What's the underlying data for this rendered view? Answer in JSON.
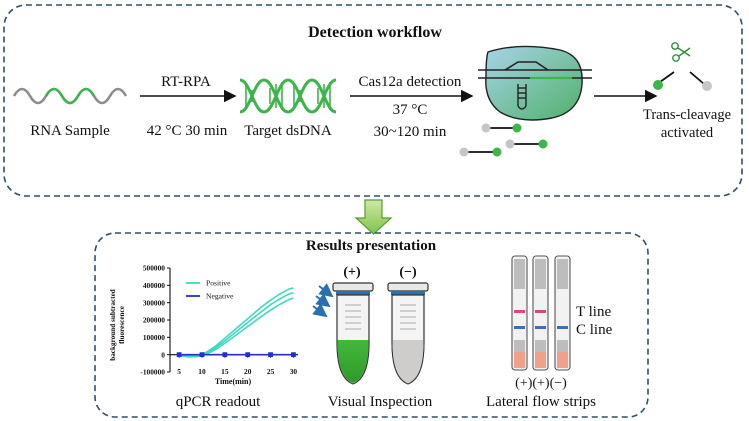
{
  "workflow": {
    "title": "Detection workflow",
    "rna_label": "RNA Sample",
    "rtrpa_label": "RT-RPA",
    "rtrpa_cond": "42 °C 30 min",
    "dsdna_label": "Target dsDNA",
    "cas_label": "Cas12a detection",
    "cas_temp": "37 °C",
    "cas_time": "30~120 min",
    "trans_line1": "Trans-cleavage",
    "trans_line2": "activated"
  },
  "results": {
    "title": "Results presentation",
    "qpcr_label": "qPCR readout",
    "visual_label": "Visual Inspection",
    "visual_pos": "(+)",
    "visual_neg": "(−)",
    "lfs_label": "Lateral flow strips",
    "t_line": "T line",
    "c_line": "C line",
    "strip_marks": "(+)(+)(−)"
  },
  "colors": {
    "green": "#3cb54a",
    "dash_border": "#2f4f6f",
    "t_line": "#e0457b",
    "c_line": "#3b6fc4",
    "positive": "#3fd9c0",
    "negative": "#1f2fd0"
  },
  "chart_data": {
    "type": "line",
    "xlabel": "Time(min)",
    "ylabel": "background subtracted fluorescence",
    "xticks": [
      5,
      10,
      15,
      20,
      25,
      30
    ],
    "yticks": [
      "500000",
      "400000",
      "300000",
      "200000",
      "100000",
      "0",
      "-100000"
    ],
    "xlim": [
      3,
      31
    ],
    "ylim": [
      -100000,
      500000
    ],
    "legend": [
      "Positive",
      "Negative"
    ],
    "series": [
      {
        "name": "Positive",
        "x": [
          5,
          7,
          9,
          11,
          13,
          15,
          17,
          19,
          21,
          23,
          25,
          27,
          29,
          30
        ],
        "values": [
          -2000,
          -9000,
          -8000,
          15000,
          50000,
          95000,
          140000,
          185000,
          230000,
          275000,
          315000,
          350000,
          378000,
          385000
        ]
      },
      {
        "name": "Positive",
        "x": [
          5,
          7,
          9,
          11,
          13,
          15,
          17,
          19,
          21,
          23,
          25,
          27,
          29,
          30
        ],
        "values": [
          -3000,
          -11000,
          -10000,
          8000,
          40000,
          80000,
          122000,
          165000,
          207000,
          248000,
          288000,
          322000,
          350000,
          358000
        ]
      },
      {
        "name": "Positive",
        "x": [
          5,
          7,
          9,
          11,
          13,
          15,
          17,
          19,
          21,
          23,
          25,
          27,
          29,
          30
        ],
        "values": [
          -4000,
          -13000,
          -12000,
          2000,
          30000,
          66000,
          104000,
          143000,
          182000,
          220000,
          257000,
          290000,
          318000,
          326000
        ]
      },
      {
        "name": "Negative",
        "x": [
          5,
          10,
          15,
          20,
          25,
          30
        ],
        "values": [
          0,
          0,
          0,
          0,
          0,
          0
        ]
      }
    ]
  }
}
